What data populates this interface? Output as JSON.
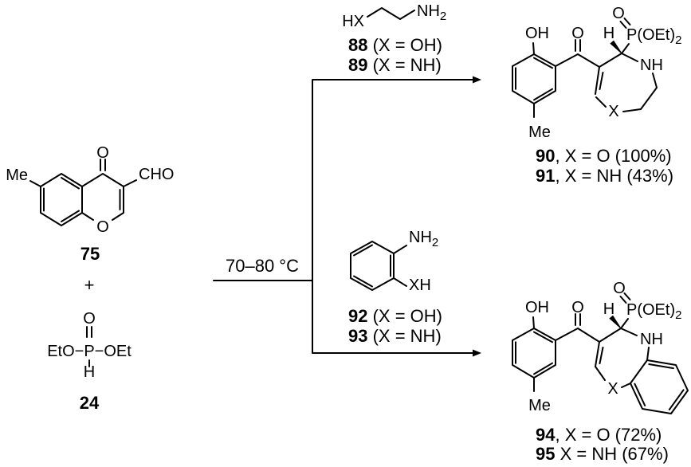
{
  "background_color": "#ffffff",
  "ink_color": "#000000",
  "conditions": "70–80 °C",
  "plus_sign": "+",
  "chromone": {
    "label": "75",
    "me": "Me",
    "ketone_o": "O",
    "cho": "CHO",
    "ring_o": "O"
  },
  "phosphite": {
    "label": "24",
    "o": "O",
    "backbone": "EtO−P−OEt",
    "h": "H"
  },
  "amine_reagent": {
    "hx": "HX",
    "amine": "NH",
    "amine_sub": "2",
    "variants": [
      {
        "num": "88",
        "rest": " (X = OH)"
      },
      {
        "num": "89",
        "rest": " (X = NH)"
      }
    ]
  },
  "aniline_reagent": {
    "amine": "NH",
    "amine_sub": "2",
    "xh": "XH",
    "variants": [
      {
        "num": "92",
        "rest": " (X = OH)"
      },
      {
        "num": "93",
        "rest": " (X = NH)"
      }
    ]
  },
  "product_top": {
    "oh": "OH",
    "ketone_o": "O",
    "h": "H",
    "phosphonate_o": "O",
    "phosphonate": "P(OEt)",
    "phosphonate_sub": "2",
    "nh": "NH",
    "x": "X",
    "me": "Me",
    "variants": [
      {
        "num": "90",
        "rest": ", X = O (100%)"
      },
      {
        "num": "91",
        "rest": ", X = NH (43%)"
      }
    ]
  },
  "product_bottom": {
    "oh": "OH",
    "ketone_o": "O",
    "h": "H",
    "phosphonate_o": "O",
    "phosphonate": "P(OEt)",
    "phosphonate_sub": "2",
    "nh": "NH",
    "x": "X",
    "me": "Me",
    "variants": [
      {
        "num": "94",
        "rest": ", X = O (72%)"
      },
      {
        "num": "95",
        "rest": " X = NH (67%)"
      }
    ]
  }
}
